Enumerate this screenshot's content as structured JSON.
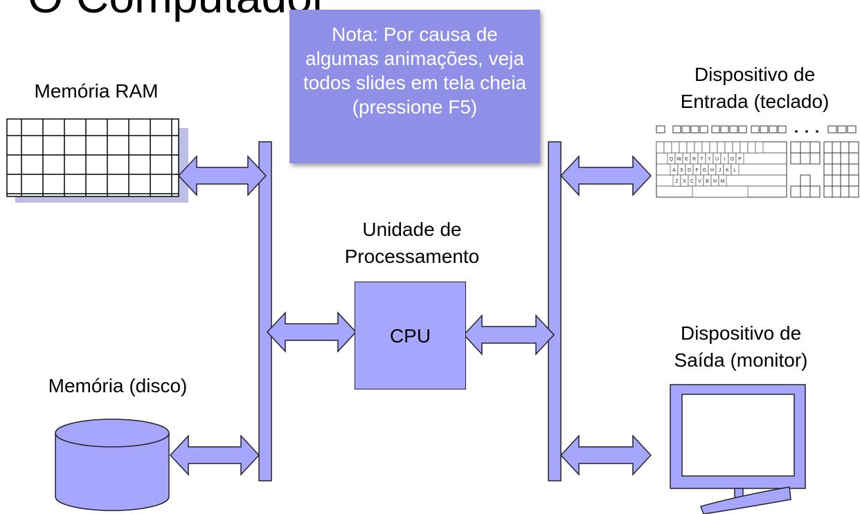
{
  "title": "O Computador",
  "note": "Nota: Por causa de algumas animações, veja todos slides em tela cheia (pressione F5)",
  "labels": {
    "ram": "Memória RAM",
    "disk": "Memória (disco)",
    "processing_line1": "Unidade de",
    "processing_line2": "Processamento",
    "cpu": "CPU",
    "input_line1": "Dispositivo de",
    "input_line2": "Entrada (teclado)",
    "output_line1": "Dispositivo de",
    "output_line2": "Saída (monitor)"
  },
  "keyboard": {
    "row1": [
      "Q",
      "W",
      "E",
      "R",
      "T",
      "Y",
      "U",
      "I",
      "O",
      "P"
    ],
    "row2": [
      "A",
      "S",
      "D",
      "F",
      "G",
      "H",
      "J",
      "K",
      "L"
    ],
    "row3": [
      "Z",
      "X",
      "C",
      "V",
      "B",
      "N",
      "M"
    ]
  },
  "colors": {
    "component_fill": "#a6a6ff",
    "note_fill": "#8f8fe8",
    "outline": "#222222"
  }
}
